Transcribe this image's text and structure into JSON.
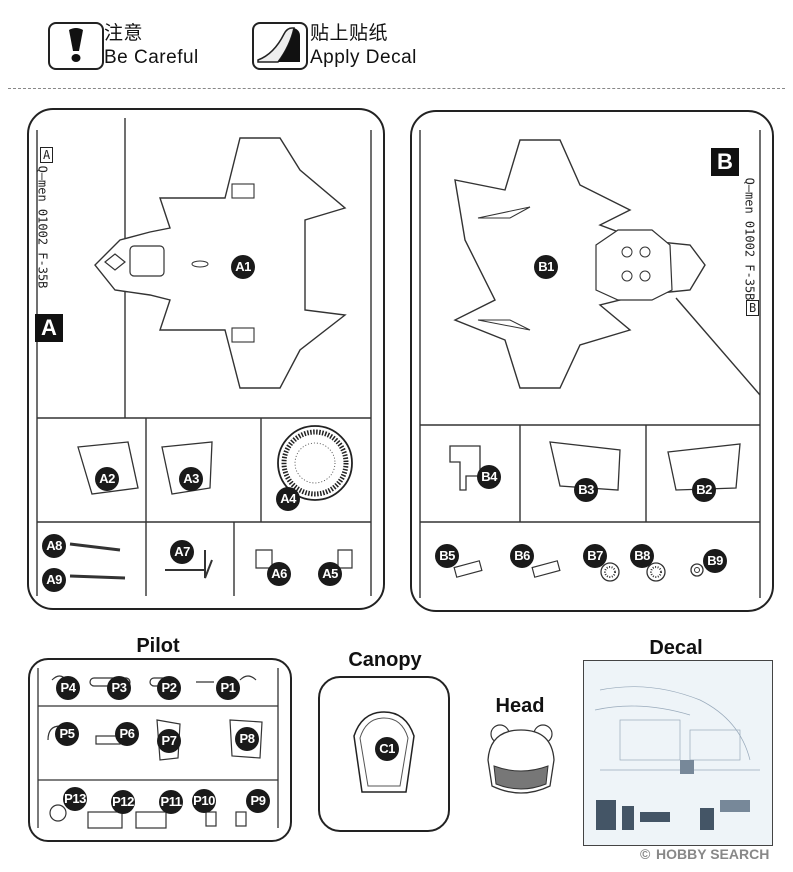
{
  "legend": {
    "careful": {
      "title_cn": "注意",
      "title_en": "Be Careful",
      "icon": "warning-exclamation-icon"
    },
    "decal": {
      "title_cn": "贴上贴纸",
      "title_en": "Apply Decal",
      "icon": "decal-peel-icon"
    }
  },
  "frames": {
    "a": {
      "letter": "A",
      "label": "Q—men 01002 F-35B",
      "tag": "A",
      "parts": [
        "A1",
        "A2",
        "A3",
        "A4",
        "A5",
        "A6",
        "A7",
        "A8",
        "A9"
      ]
    },
    "b": {
      "letter": "B",
      "label": "Q—men 01002 F-35B",
      "tag": "B",
      "parts": [
        "B1",
        "B2",
        "B3",
        "B4",
        "B5",
        "B6",
        "B7",
        "B8",
        "B9"
      ]
    },
    "pilot": {
      "title": "Pilot",
      "parts": [
        "P1",
        "P2",
        "P3",
        "P4",
        "P5",
        "P6",
        "P7",
        "P8",
        "P9",
        "P10",
        "P11",
        "P12",
        "P13"
      ]
    },
    "canopy": {
      "title": "Canopy",
      "parts": [
        "C1"
      ]
    },
    "head": {
      "title": "Head"
    },
    "decal": {
      "title": "Decal"
    }
  },
  "watermark": {
    "brand": "HOBBY SEARCH",
    "copyright": "©"
  }
}
